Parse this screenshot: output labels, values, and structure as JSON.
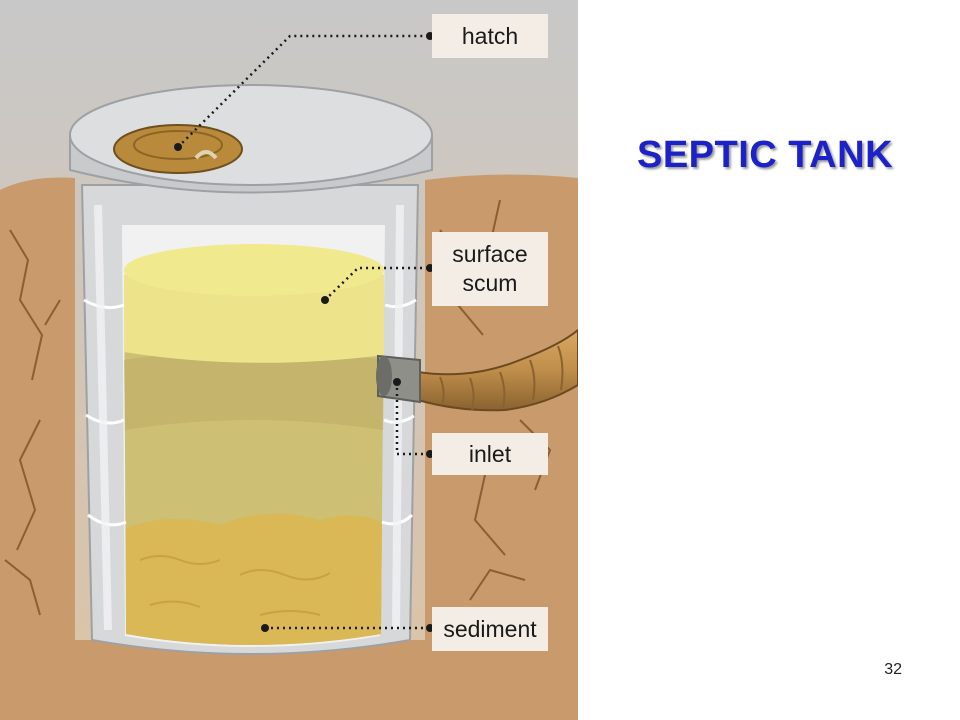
{
  "slide": {
    "title": "SEPTIC TANK",
    "page_number": "32"
  },
  "diagram": {
    "labels": {
      "hatch": "hatch",
      "surface_scum": "surface\nscum",
      "inlet": "inlet",
      "sediment": "sediment"
    }
  },
  "colors": {
    "title": "#1c22c8",
    "soil": "#c99a6b",
    "scum": "#ece38a",
    "liquid": "#cdbf73",
    "sediment": "#d9b855",
    "concrete": "#e1e3e5",
    "hatch": "#b98a3c"
  }
}
